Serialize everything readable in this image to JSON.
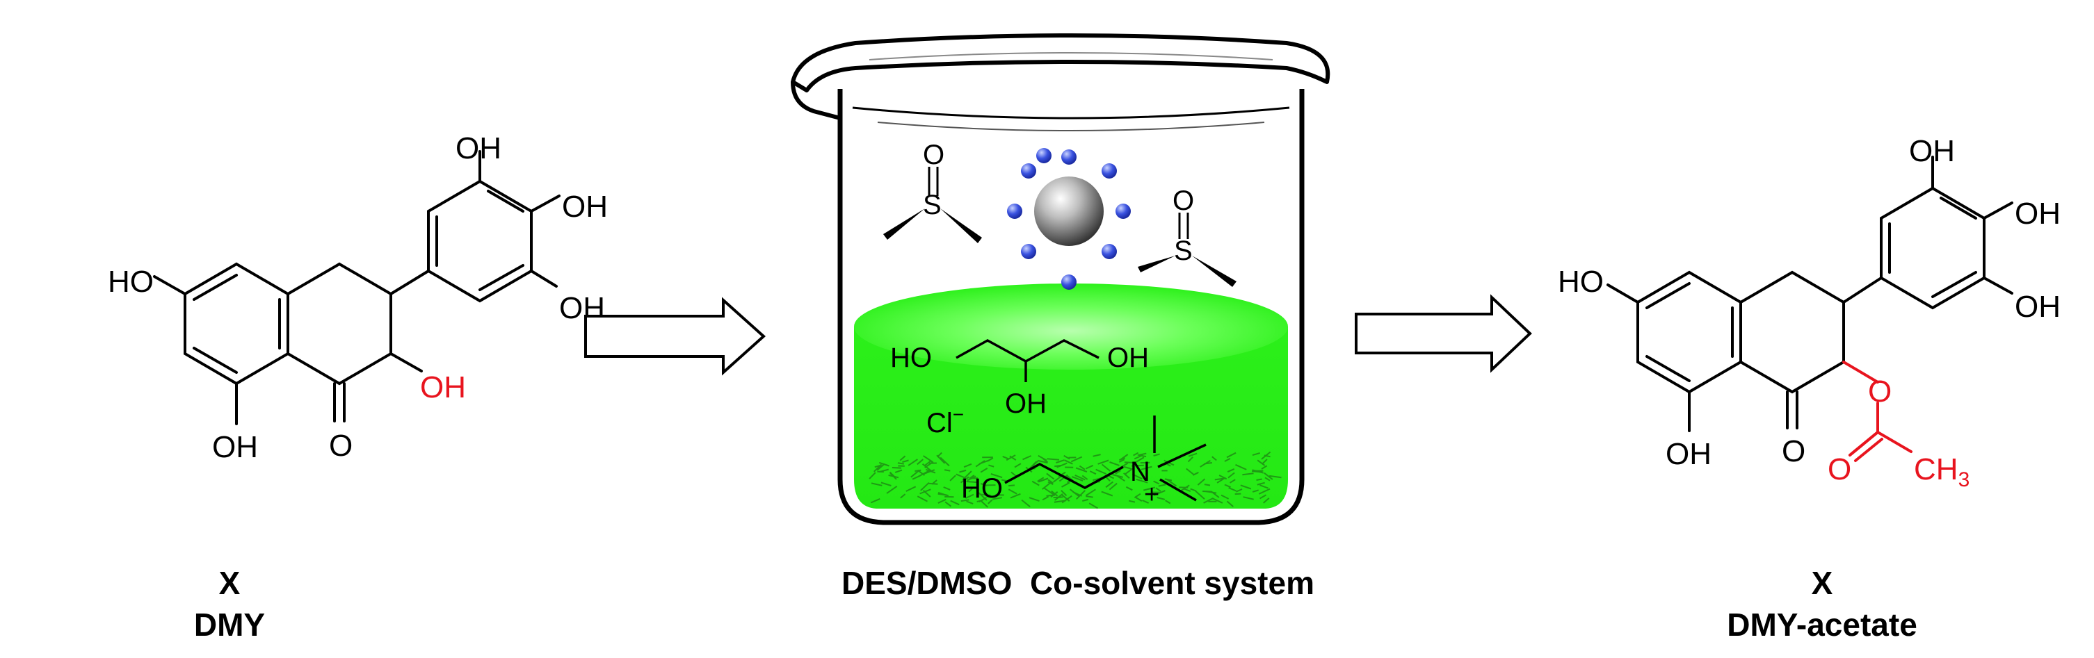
{
  "dmy": {
    "labels": {
      "oh_top": "OH",
      "oh_right": "OH",
      "oh_lower_right": "OH",
      "ho_left": "HO",
      "oh_red": "OH",
      "oh_bottom": "OH",
      "o_ketone": "O"
    },
    "caption_x": "X",
    "caption_name": "DMY"
  },
  "beaker": {
    "dmso_o": "O",
    "dmso_s": "S",
    "glycerol_ho": "HO",
    "glycerol_oh_right": "OH",
    "glycerol_oh_bottom": "OH",
    "chloride": "Cl",
    "chloride_charge": "−",
    "choline_ho": "HO",
    "choline_n": "N",
    "choline_charge": "+",
    "caption": "DES/DMSO  Co-solvent system"
  },
  "product": {
    "labels": {
      "oh_top": "OH",
      "oh_right": "OH",
      "oh_lower_right": "OH",
      "ho_left": "HO",
      "oh_bottom": "OH",
      "o_ketone": "O",
      "o_ester": "O",
      "o_carbonyl": "O",
      "ch3": "CH",
      "ch3_sub": "3"
    },
    "caption_x": "X",
    "caption_name": "DMY-acetate"
  },
  "colors": {
    "black": "#000000",
    "highlight_red": "#e8141e",
    "des_green": "#2ef51a",
    "particle_blue": "#3a52e0"
  }
}
